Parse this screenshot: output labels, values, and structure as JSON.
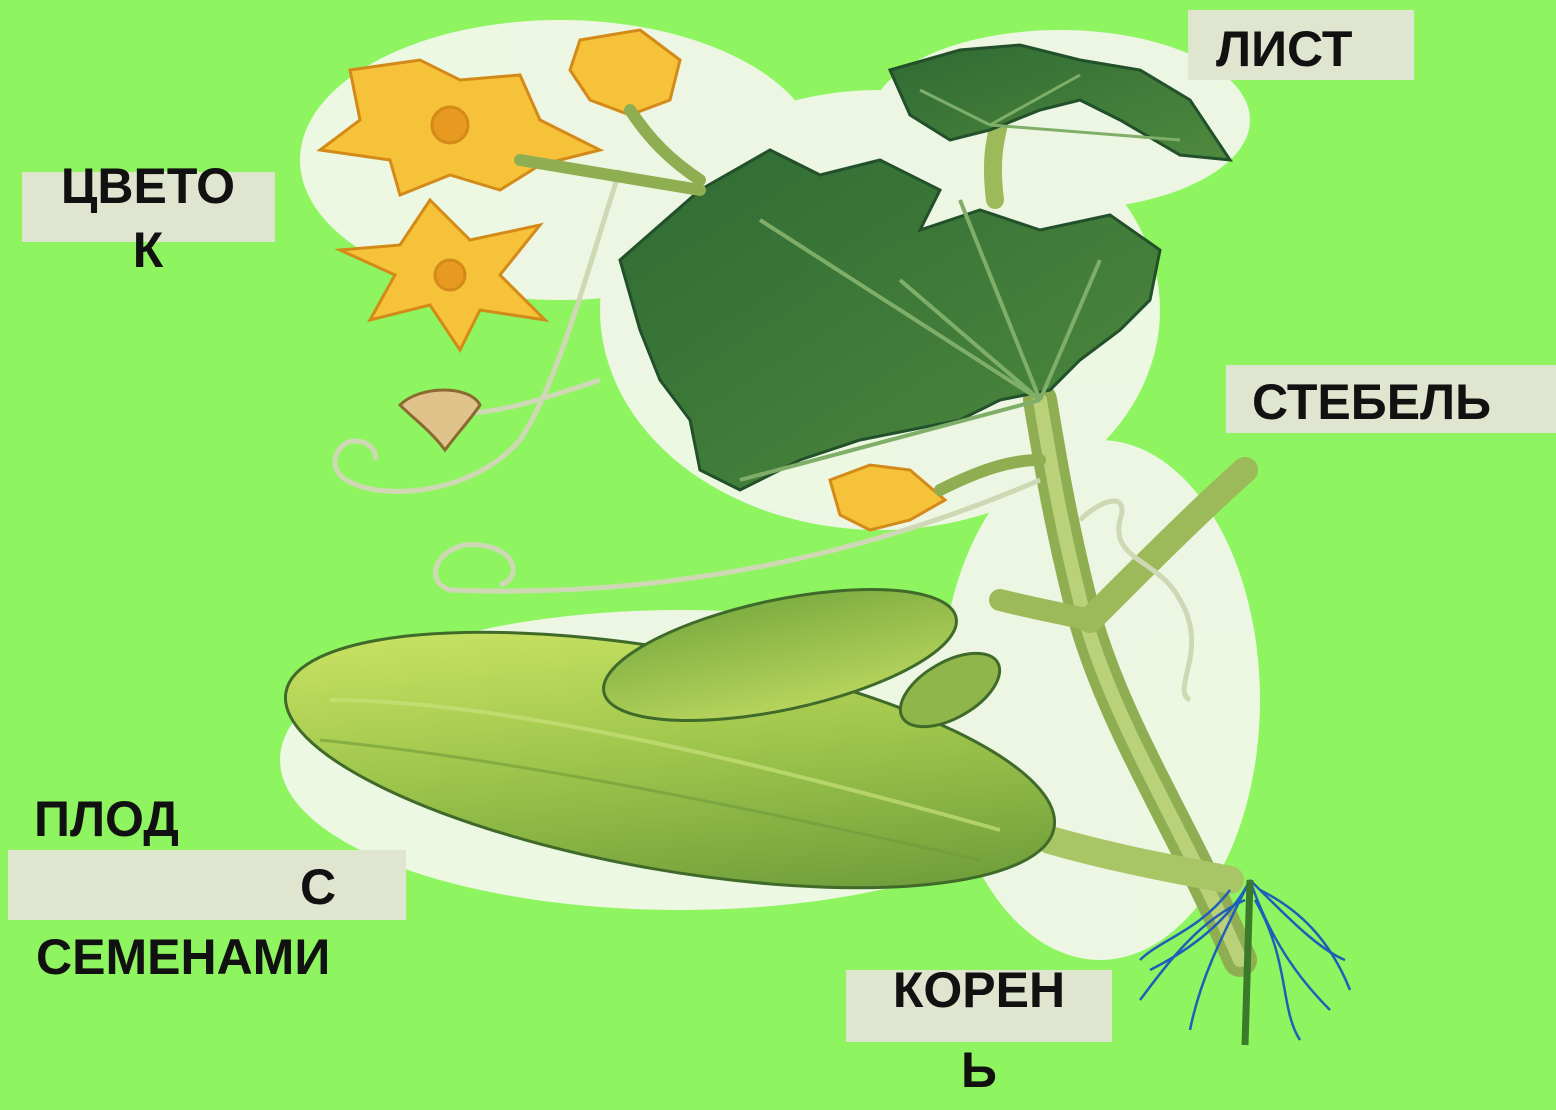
{
  "labels": {
    "flower": "ЦВЕТО\nК",
    "leaf": "ЛИСТ",
    "stem": "СТЕБЕЛЬ",
    "fruit_line1": "ПЛОД",
    "fruit_line2": "С",
    "fruit_line3": "СЕМЕНАМИ",
    "root": "КОРЕН\nЬ"
  },
  "colors": {
    "background": "#8ef560",
    "label_box": "#dfe5cf",
    "leaf": "#3f7a3a",
    "flower": "#f6c23a",
    "fruit": "#9bc24a",
    "stem": "#9cba5a",
    "root": "#1f5fb8"
  }
}
